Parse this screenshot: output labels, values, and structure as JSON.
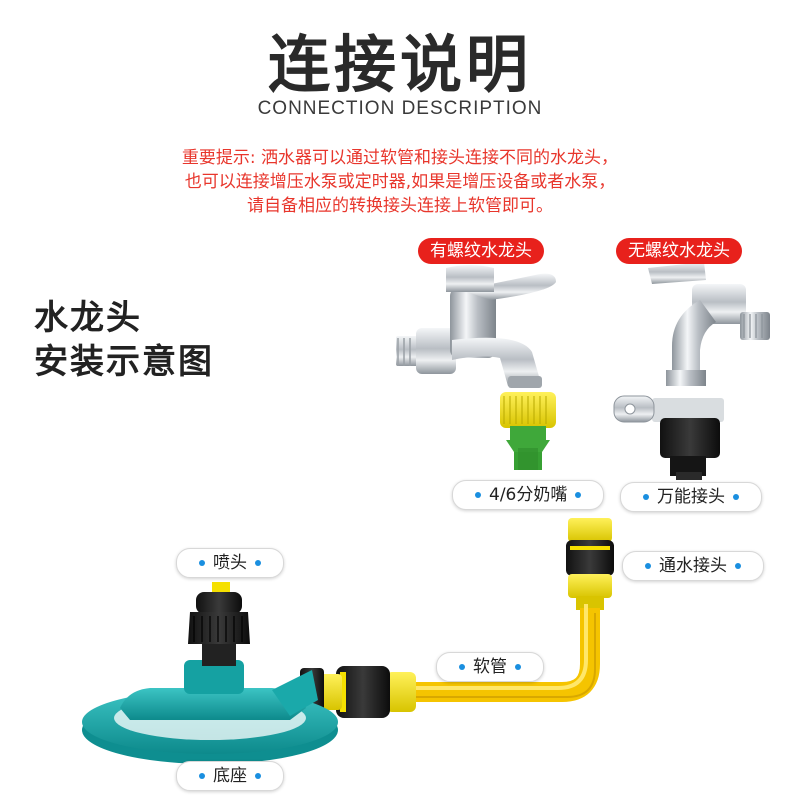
{
  "header": {
    "title": "连接说明",
    "subtitle": "CONNECTION DESCRIPTION"
  },
  "notice": {
    "lines": [
      "重要提示: 洒水器可以通过软管和接头连接不同的水龙头，",
      "也可以连接增压水泵或定时器,如果是增压设备或者水泵，",
      "请自备相应的转换接头连接上软管即可。"
    ],
    "color": "#e8362c"
  },
  "side_title": {
    "line1": "水龙头",
    "line2": "安装示意图"
  },
  "faucet_labels": {
    "threaded": "有螺纹水龙头",
    "unthreaded": "无螺纹水龙头",
    "color": "#e8211c"
  },
  "part_labels": {
    "nipple": "4/6分奶嘴",
    "universal": "万能接头",
    "water_connector": "通水接头",
    "nozzle": "喷头",
    "hose": "软管",
    "base": "底座",
    "dot_color": "#1a8fe0"
  },
  "colors": {
    "hose_yellow": "#f5c400",
    "connector_yellow": "#f2e21a",
    "connector_green": "#3fa83a",
    "base_teal": "#17a8a8",
    "chrome": "#c8ccd0"
  }
}
